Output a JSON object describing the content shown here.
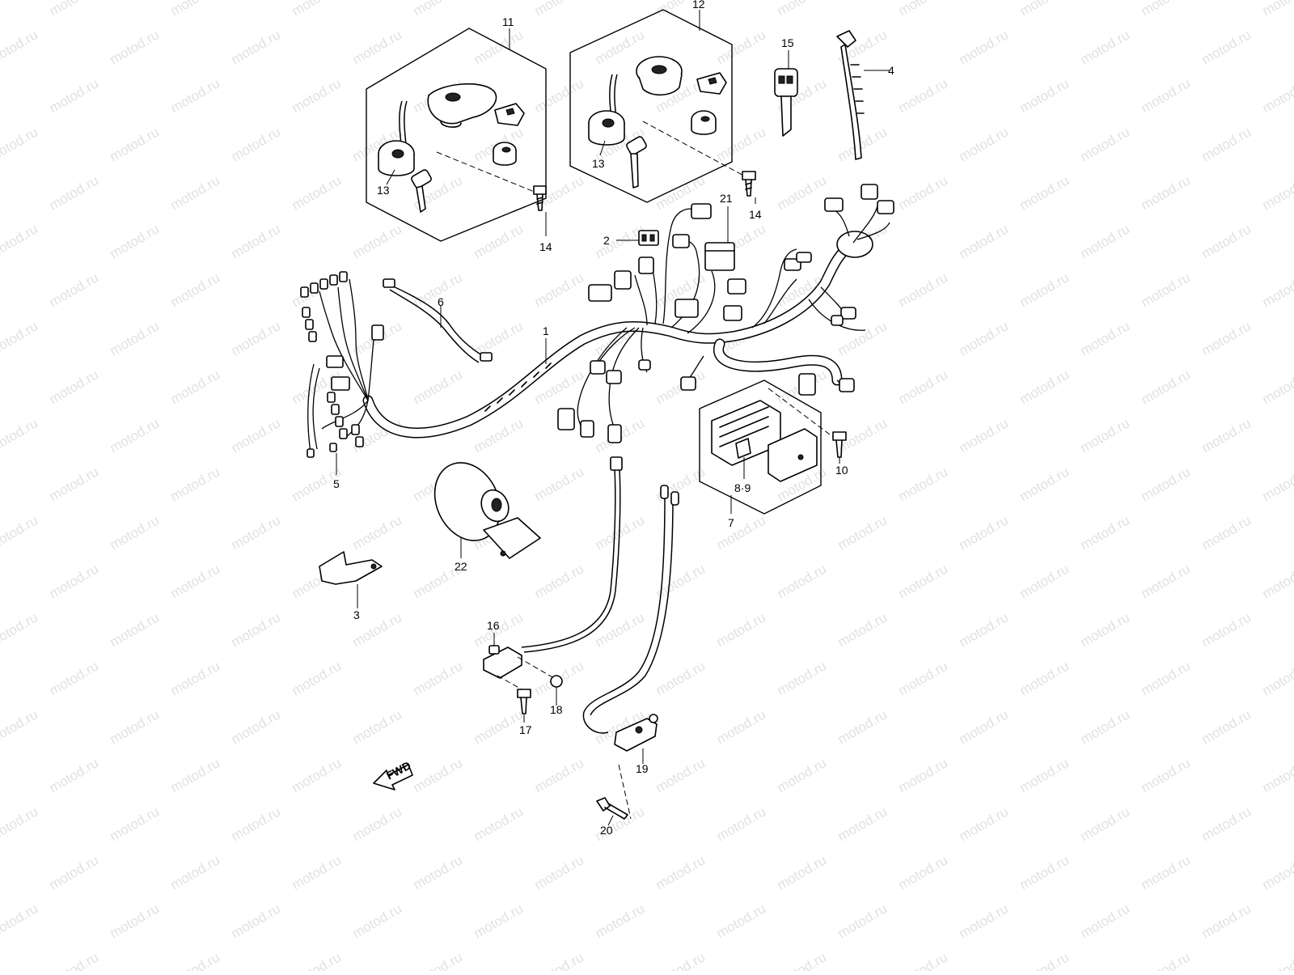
{
  "watermark": {
    "text": "motod.ru",
    "color": "#c9c9c9"
  },
  "callouts": {
    "p1": "1",
    "p2": "2",
    "p3": "3",
    "p4": "4",
    "p5": "5",
    "p6": "6",
    "p7": "7",
    "p89": "8·9",
    "p10": "10",
    "p11": "11",
    "p12": "12",
    "p13a": "13",
    "p13b": "13",
    "p14a": "14",
    "p14b": "14",
    "p15": "15",
    "p16": "16",
    "p17": "17",
    "p18": "18",
    "p19": "19",
    "p20": "20",
    "p21": "21",
    "p22": "22"
  },
  "fwd_arrow": {
    "text": "FWD"
  },
  "icons": {
    "ignition_switch": "ignition-switch-icon",
    "fuel_cap_key_set": "key-set-icon",
    "key": "key-icon",
    "cable_tie": "cable-tie-icon",
    "fuse": "fuse-icon",
    "horn": "horn-icon",
    "bracket": "bracket-icon",
    "relay": "relay-icon",
    "regulator": "regulator-icon",
    "switch": "switch-icon",
    "screw": "screw-icon"
  }
}
